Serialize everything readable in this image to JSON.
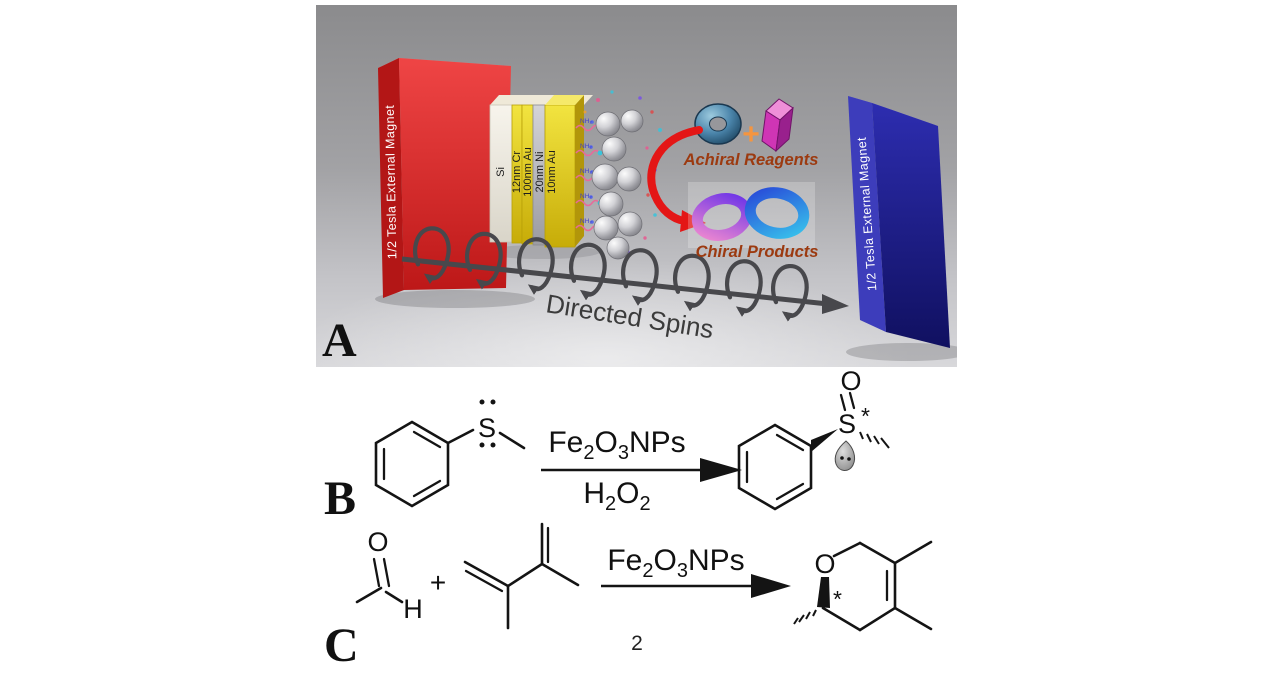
{
  "page": {
    "number": "2"
  },
  "panel_a": {
    "label": "A",
    "left_magnet_label": "1/2 Tesla External Magnet",
    "right_magnet_label": "1/2 Tesla External Magnet",
    "layers": [
      "Si",
      "12nm Cr",
      "100nm Au",
      "20nm Ni",
      "10nm Au"
    ],
    "linker_label": "NH₂",
    "achiral_label": "Achiral Reagents",
    "plus": "+",
    "chiral_label": "Chiral Products",
    "directed_spins_label": "Directed Spins",
    "colors": {
      "left_magnet": "#d32626",
      "right_magnet": "#1f1f96",
      "gold_layer": "#e2cf16",
      "annotation_text": "#9c3a10"
    }
  },
  "panel_b": {
    "label": "B",
    "sulfur": "S",
    "oxygen": "O",
    "stereo_mark": "*",
    "catalyst": {
      "p1": "Fe",
      "s1": "2",
      "p2": "O",
      "s2": "3",
      "p3": "NPs"
    },
    "oxidant": {
      "p1": "H",
      "s1": "2",
      "p2": "O",
      "s2": "2"
    }
  },
  "panel_c": {
    "label": "C",
    "oxygen": "O",
    "hydrogen": "H",
    "plus": "+",
    "ring_oxygen": "O",
    "stereo_mark": "*",
    "catalyst": {
      "p1": "Fe",
      "s1": "2",
      "p2": "O",
      "s2": "3",
      "p3": "NPs"
    }
  }
}
